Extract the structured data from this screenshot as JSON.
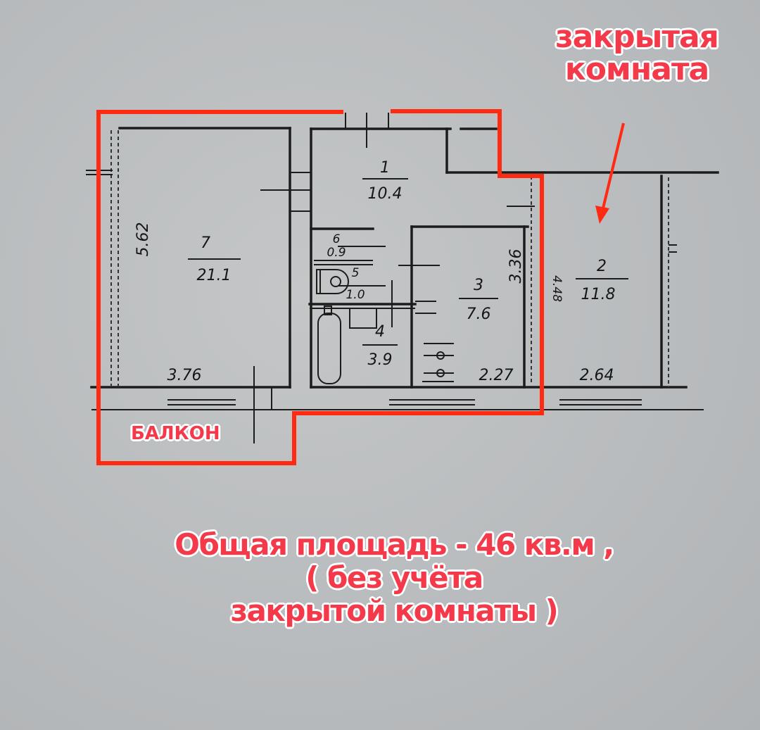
{
  "annotations": {
    "closed_room": [
      "закрытая",
      "комната"
    ],
    "balcony": "БАЛКОН",
    "total_area": [
      "Общая площадь - 46 кв.м ,",
      "( без учёта",
      "закрытой комнаты )"
    ]
  },
  "rooms": [
    {
      "id": "1",
      "area": "10.4"
    },
    {
      "id": "2",
      "area": "11.8"
    },
    {
      "id": "3",
      "area": "7.6"
    },
    {
      "id": "4",
      "area": "3.9"
    },
    {
      "id": "5",
      "area": "1.0"
    },
    {
      "id": "6",
      "area": "0.9"
    },
    {
      "id": "7",
      "area": "21.1"
    }
  ],
  "dimensions": {
    "room7_height": "5.62",
    "room7_width": "3.76",
    "room3_height": "3.36",
    "room3_width": "2.27",
    "room2_width": "2.64",
    "room2_height_partial": "4.48"
  },
  "colors": {
    "highlight": "#ff2a12",
    "label_text": "#f3394a",
    "paper": "#b9bcbe",
    "ink": "#1c1c1c"
  }
}
